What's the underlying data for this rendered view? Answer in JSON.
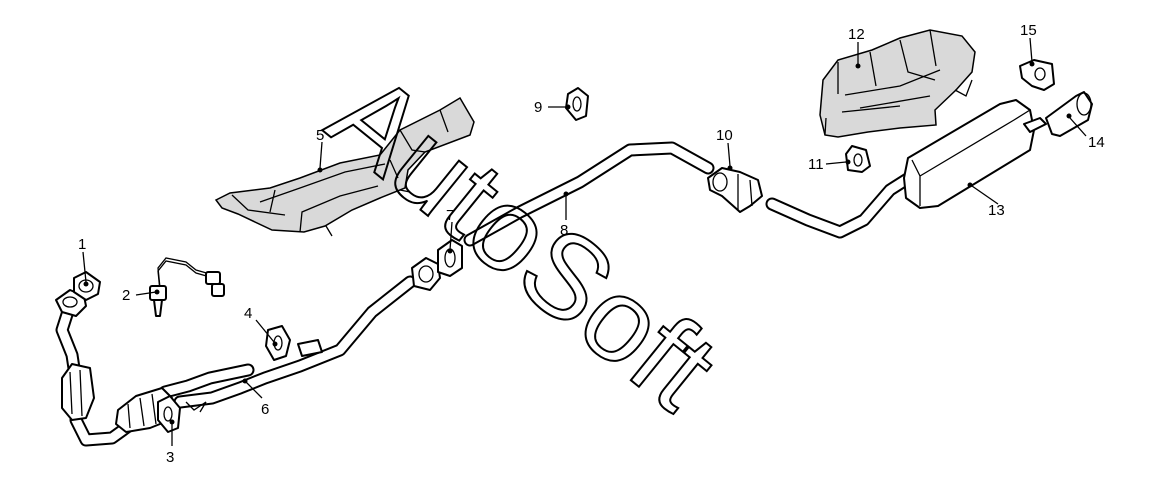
{
  "watermark": "AutoSoft",
  "callouts": [
    {
      "id": "1",
      "label": "1"
    },
    {
      "id": "2",
      "label": "2"
    },
    {
      "id": "3",
      "label": "3"
    },
    {
      "id": "4",
      "label": "4"
    },
    {
      "id": "5",
      "label": "5"
    },
    {
      "id": "6",
      "label": "6"
    },
    {
      "id": "7",
      "label": "7"
    },
    {
      "id": "8",
      "label": "8"
    },
    {
      "id": "9",
      "label": "9"
    },
    {
      "id": "10",
      "label": "10"
    },
    {
      "id": "11",
      "label": "11"
    },
    {
      "id": "12",
      "label": "12"
    },
    {
      "id": "13",
      "label": "13"
    },
    {
      "id": "14",
      "label": "14"
    },
    {
      "id": "15",
      "label": "15"
    }
  ],
  "colors": {
    "line": "#000000",
    "background": "#ffffff",
    "shade": "#d9d9d9"
  }
}
